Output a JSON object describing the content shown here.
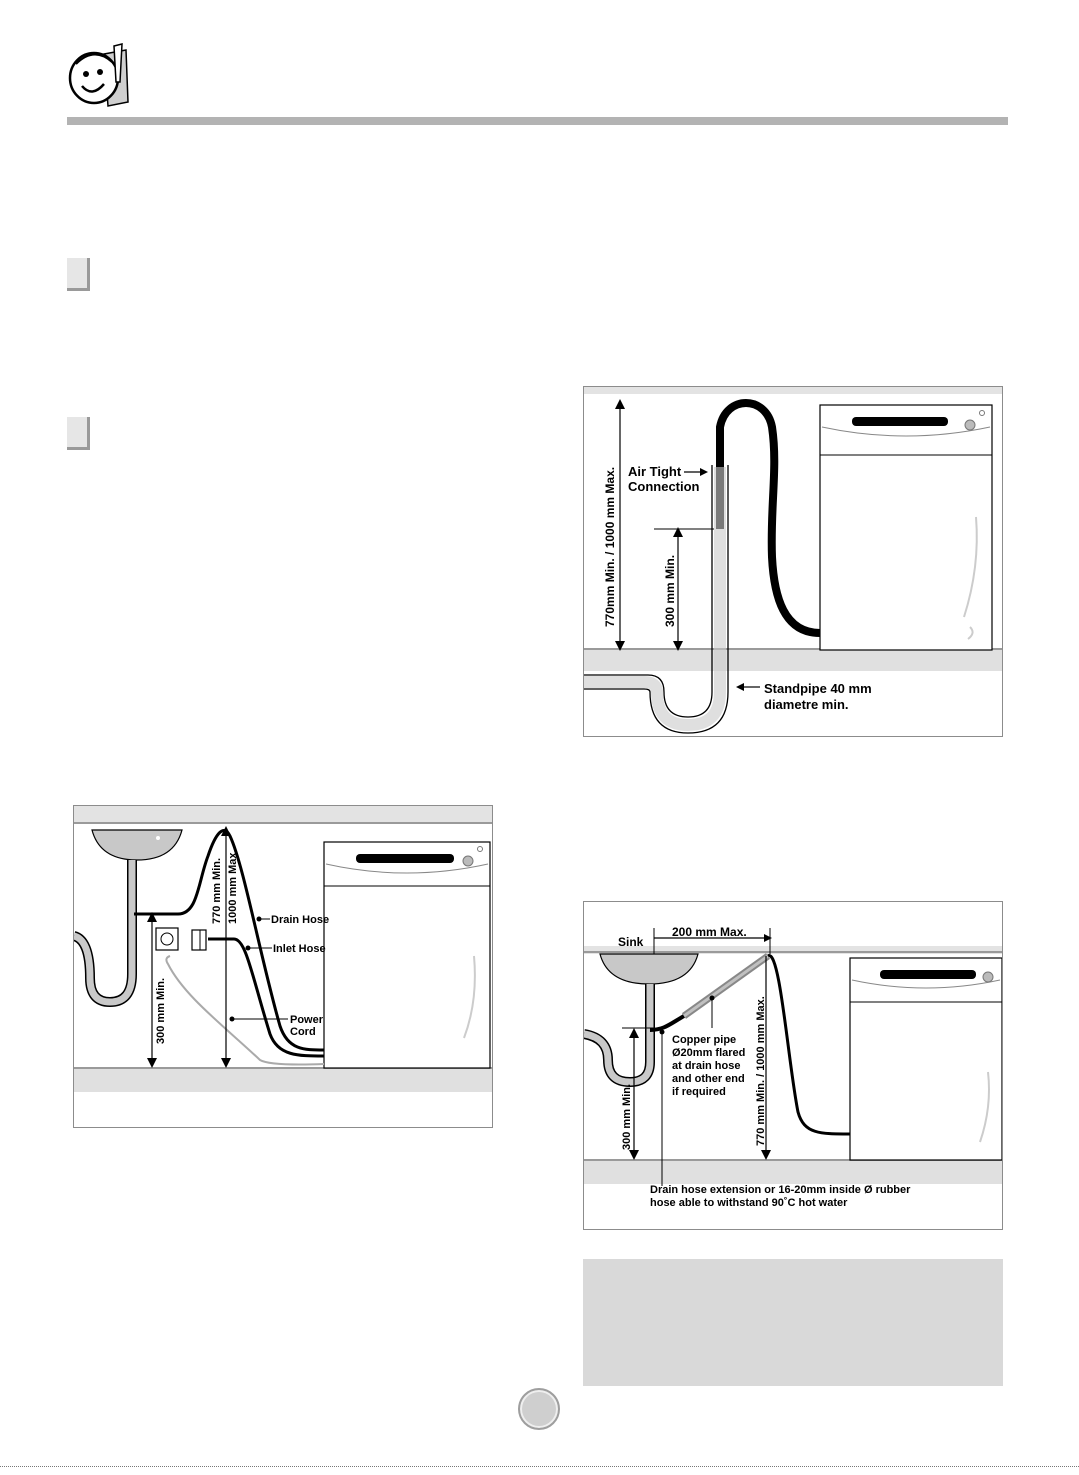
{
  "fig_standpipe": {
    "height_label": "770mm Min. / 1000 mm Max.",
    "air_tight_line1": "Air Tight",
    "air_tight_line2": "Connection",
    "min_label": "300 mm Min.",
    "standpipe_line1": "Standpipe 40 mm",
    "standpipe_line2": "diametre min."
  },
  "fig_sink": {
    "drain_height_line1": "770 mm Min.",
    "drain_height_line2": "1000 mm Max.",
    "drain_hose": "Drain Hose",
    "inlet_hose": "Inlet Hose",
    "power_line1": "Power",
    "power_line2": "Cord",
    "min_label": "300 mm Min."
  },
  "fig_extension": {
    "sink": "Sink",
    "width_label": "200 mm Max.",
    "copper_line1": "Copper pipe",
    "copper_line2": "Ø20mm flared",
    "copper_line3": "at drain hose",
    "copper_line4": "and other end",
    "copper_line5": "if required",
    "height_label": "770 mm Min. / 1000 mm Max.",
    "min_label": "300 mm Min.",
    "ext_line1": "Drain hose extension or 16-20mm inside  Ø  rubber",
    "ext_line2": "hose able to withstand 90˚C hot water"
  },
  "colors": {
    "rule": "#b3b3b3",
    "note_bg": "#d9d9d9",
    "floor": "#e0e0e0"
  }
}
